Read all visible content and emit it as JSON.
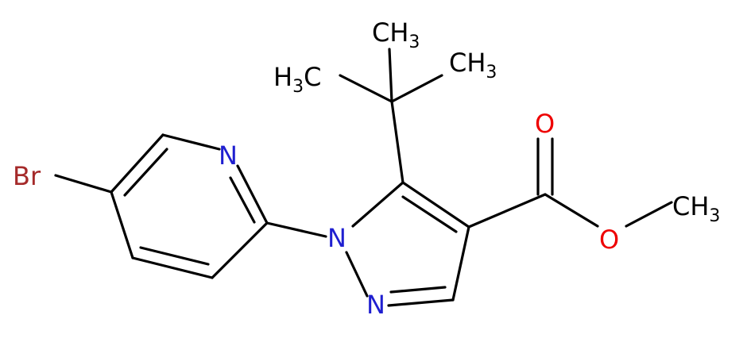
{
  "colors": {
    "bond": "#000000",
    "carbon": "#000000",
    "nitrogen": "#1f1fd0",
    "oxygen": "#ee0000",
    "bromine": "#a52a2a",
    "background": "#ffffff"
  },
  "atoms": {
    "br": {
      "symbol": "Br"
    },
    "n_pyridine": {
      "symbol": "N"
    },
    "n1_pyrazole": {
      "symbol": "N"
    },
    "n2_pyrazole": {
      "symbol": "N"
    },
    "o_carbonyl": {
      "symbol": "O"
    },
    "o_ester": {
      "symbol": "O"
    },
    "ch3_top": {
      "main": "H",
      "sub": "3",
      "tail": "",
      "prefix": "C"
    },
    "ch3_left": {
      "main": "H",
      "sub": "3",
      "tail": "C"
    },
    "ch3_right": {
      "main": "CH",
      "sub": "3"
    },
    "ch3_ester": {
      "main": "CH",
      "sub": "3"
    }
  }
}
